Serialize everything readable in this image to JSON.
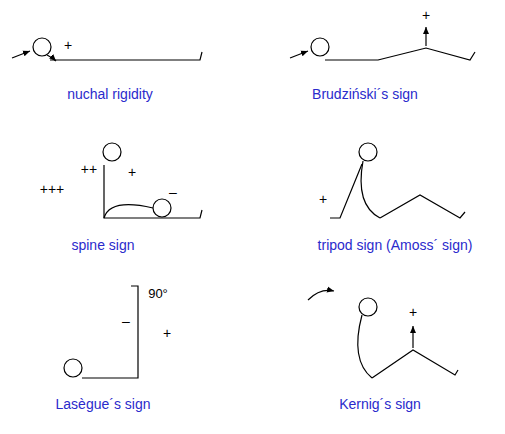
{
  "diagram": {
    "labels": [
      "+",
      "nuchal rigidity",
      "+",
      "Brudziński´s sign",
      "+++",
      "++",
      "+",
      "–",
      "spine sign",
      "+",
      "tripod sign (Amoss´ sign)",
      "90°",
      "–",
      "+",
      "Lasègue´s sign",
      "+",
      "Kernig´s sign"
    ]
  }
}
